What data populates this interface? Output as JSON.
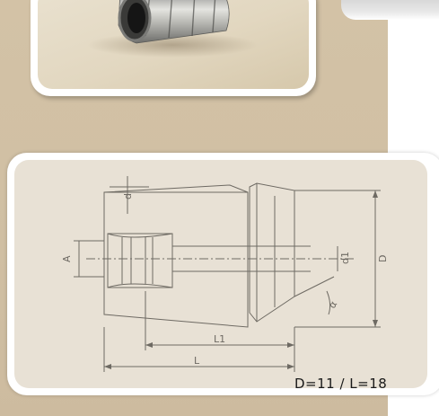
{
  "diagram": {
    "labels": {
      "d_small": "d",
      "a": "A",
      "d1": "d1",
      "d": "D",
      "angle": "α",
      "l1": "L1",
      "l": "L"
    }
  },
  "dimensions": {
    "text": "D=11  /  L=18"
  }
}
